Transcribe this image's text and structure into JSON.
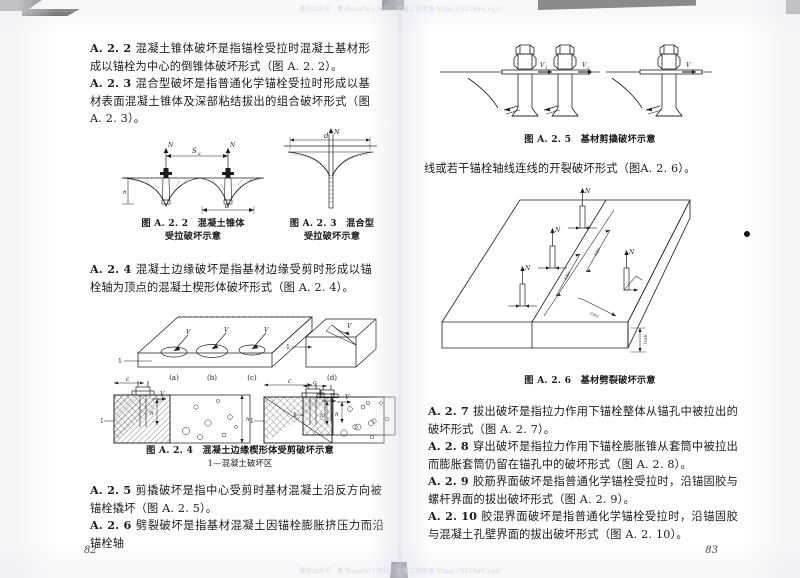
{
  "document": {
    "type": "scanned-book-spread",
    "watermark_top": "微信公众号：教书useful  |  网站：大量工程资源 https://521886.xyz/",
    "watermark_bottom": "微信公众号：教书useful  |  网站：大量工程资源 https://521886.xyz/",
    "page_number_left": "82",
    "page_number_right": "83"
  },
  "left_page": {
    "paragraphs": [
      {
        "label": "A. 2. 2",
        "text": "混凝土锥体破坏是指锚栓受拉时混凝土基材形成以锚栓为中心的倒锥体破坏形式（图 A. 2. 2）。"
      },
      {
        "label": "A. 2. 3",
        "text": "混合型破坏是指普通化学锚栓受拉时形成以基材表面混凝土锥体及深部粘结拔出的组合破坏形式（图 A. 2. 3）。"
      },
      {
        "label": "A. 2. 4",
        "text": "混凝土边缘破坏是指基材边缘受剪时形成以锚栓轴为顶点的混凝土楔形体破坏形式（图 A. 2. 4）。"
      },
      {
        "label": "A. 2. 5",
        "text": "剪撬破坏是指中心受剪时基材混凝土沿反方向被锚栓撬坏（图 A. 2. 5）。"
      },
      {
        "label": "A. 2. 6",
        "text": "劈裂破坏是指基材混凝土因锚栓膨胀挤压力而沿锚栓轴"
      }
    ],
    "figures": [
      {
        "id": "fig-a-2-2",
        "caption_line1": "图 A. 2. 2　混凝土锥体",
        "caption_line2": "受拉破坏示意",
        "labels": [
          "N",
          "N",
          "S",
          "d",
          "h",
          "c",
          "c"
        ]
      },
      {
        "id": "fig-a-2-3",
        "caption_line1": "图 A. 2. 3　混合型",
        "caption_line2": "受拉破坏示意",
        "labels": [
          "N",
          "d"
        ]
      },
      {
        "id": "fig-a-2-4",
        "caption_line1": "图 A. 2. 4　混凝土边缘楔形体受剪破坏示意",
        "caption_line2": "1—混凝土破坏区",
        "sub_labels": [
          "(a)",
          "(b)",
          "(c)",
          "(d)"
        ],
        "labels": [
          "V",
          "V",
          "V",
          "V",
          "1",
          "1",
          "c",
          "c",
          "c",
          "h",
          "h",
          "h"
        ]
      }
    ]
  },
  "right_page": {
    "paragraphs": [
      {
        "label": "",
        "text": "线或若干锚栓轴线连线的开裂破坏形式（图A. 2. 6）。"
      },
      {
        "label": "A. 2. 7",
        "text": "拔出破坏是指拉力作用下锚栓整体从锚孔中被拉出的破坏形式（图 A. 2. 7）。"
      },
      {
        "label": "A. 2. 8",
        "text": "穿出破坏是指拉力作用下锚栓膨胀锥从套筒中被拉出而膨胀套筒仍留在锚孔中的破坏形式（图 A. 2. 8）。"
      },
      {
        "label": "A. 2. 9",
        "text": "胶筋界面破坏是指普通化学锚栓受拉时，沿锚固胶与螺杆界面的拔出破坏形式（图 A. 2. 9）。"
      },
      {
        "label": "A. 2. 10",
        "text": "胶混界面破坏是指普通化学锚栓受拉时，沿锚固胶与混凝土孔壁界面的拔出破坏形式（图 A. 2. 10）。"
      }
    ],
    "figures": [
      {
        "id": "fig-a-2-5",
        "caption_line1": "图 A. 2. 5　基材剪撬破坏示意",
        "caption_line2": "",
        "labels": [
          "V",
          "V",
          "V"
        ]
      },
      {
        "id": "fig-a-2-6",
        "caption_line1": "图 A. 2. 6　基材劈裂破坏示意",
        "caption_line2": "",
        "labels": [
          "N",
          "N",
          "N",
          "N",
          "s≥s_cr,sp",
          "s≥s_cr,sp",
          "c≥c_cr,sp",
          "h≥h_min"
        ]
      }
    ]
  }
}
